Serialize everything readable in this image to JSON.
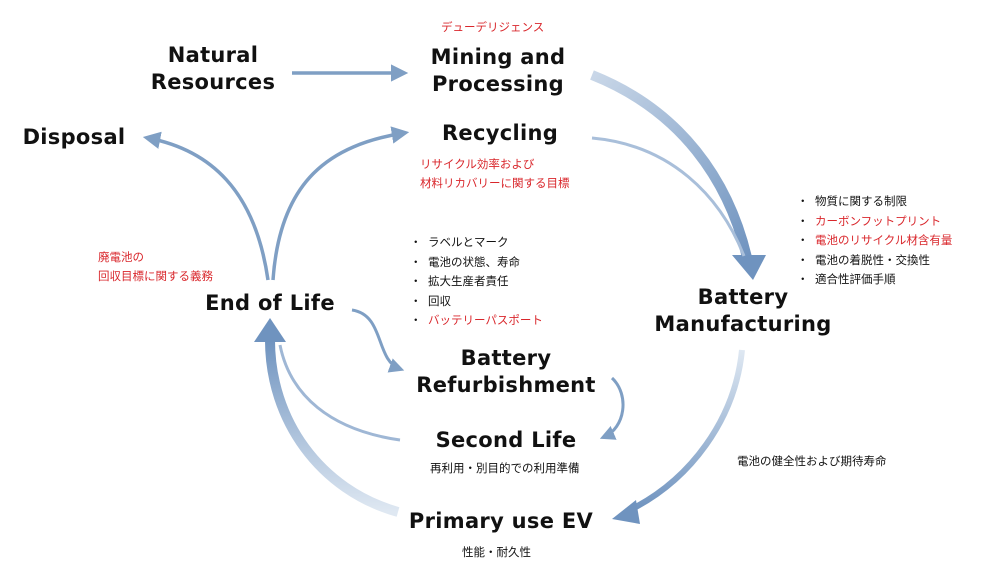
{
  "nodes": {
    "natural_resources": [
      "Natural",
      "Resources"
    ],
    "mining": [
      "Mining and",
      "Processing"
    ],
    "disposal": [
      "Disposal"
    ],
    "recycling": [
      "Recycling"
    ],
    "end_of_life": [
      "End of Life"
    ],
    "battery_manufacturing": [
      "Battery",
      "Manufacturing"
    ],
    "battery_refurbishment": [
      "Battery",
      "Refurbishment"
    ],
    "second_life": [
      "Second Life"
    ],
    "primary_use": [
      "Primary use EV"
    ]
  },
  "annotations": {
    "due_diligence": "デューデリジェンス",
    "recycling_targets": [
      "リサイクル効率および",
      "材料リカバリーに関する目標"
    ],
    "waste_battery": [
      "廃電池の",
      "回収目標に関する義務"
    ],
    "battery_health": "電池の健全性および期待寿命",
    "second_life_prep": "再利用・別目的での利用準備",
    "performance": "性能・耐久性"
  },
  "manufacturing_requirements": [
    {
      "text": "物質に関する制限",
      "highlight": false
    },
    {
      "text": "カーボンフットプリント",
      "highlight": true
    },
    {
      "text": "電池のリサイクル材含有量",
      "highlight": true
    },
    {
      "text": "電池の着脱性・交換性",
      "highlight": false
    },
    {
      "text": "適合性評価手順",
      "highlight": false
    }
  ],
  "end_of_life_requirements": [
    {
      "text": "ラベルとマーク",
      "highlight": false
    },
    {
      "text": "電池の状態、寿命",
      "highlight": false
    },
    {
      "text": "拡大生産者責任",
      "highlight": false
    },
    {
      "text": "回収",
      "highlight": false
    },
    {
      "text": "バッテリーパスポート",
      "highlight": true
    }
  ],
  "colors": {
    "arrow": "#7f9fc4",
    "arrow_light": "#dce6f1",
    "highlight_text": "#d9272c"
  }
}
